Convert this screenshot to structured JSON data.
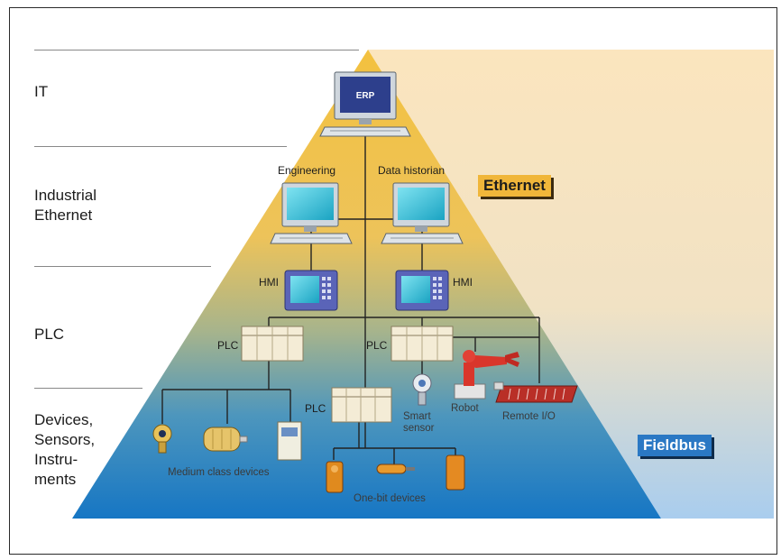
{
  "levels": {
    "it": "IT",
    "industrial_ethernet": "Industrial\nEthernet",
    "plc": "PLC",
    "devices": "Devices,\nSensors,\nInstru-\nments"
  },
  "networks": {
    "ethernet": "Ethernet",
    "fieldbus": "Fieldbus"
  },
  "nodes": {
    "erp": "ERP",
    "engineering": "Engineering",
    "data_historian": "Data historian",
    "hmi": "HMI",
    "plc": "PLC",
    "smart_sensor": "Smart\nsensor",
    "robot": "Robot",
    "remote_io": "Remote I/O",
    "medium_class_devices": "Medium class devices",
    "one_bit_devices": "One-bit devices"
  },
  "colors": {
    "pyramid_top": "#f2c24a",
    "pyramid_mid": "#d8b86a",
    "pyramid_bottom": "#1a78c2",
    "background_top": "#fbe3bb",
    "background_bottom": "#b6d3ee",
    "ethernet_tag": "#f0b63a",
    "fieldbus_tag": "#2a78c4"
  }
}
